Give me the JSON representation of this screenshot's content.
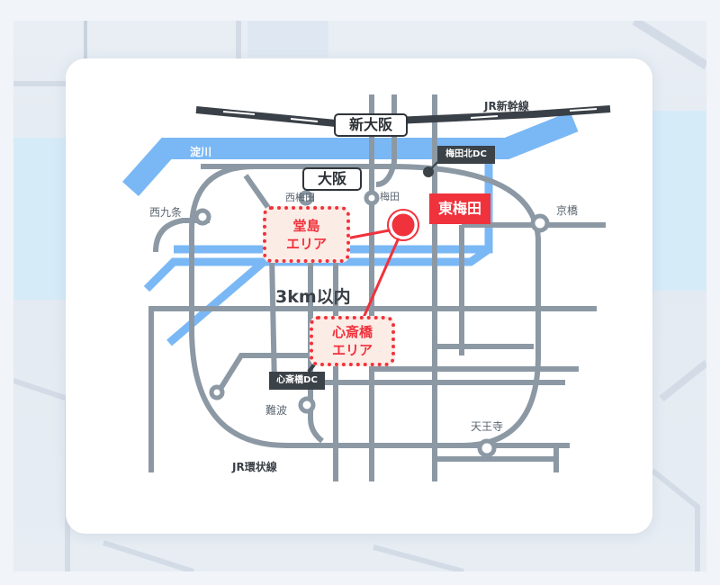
{
  "map": {
    "railway_shinkansen": "JR新幹線",
    "railway_loop": "JR環状線",
    "river": "淀川",
    "radius_label": "3km以内",
    "major_stations": [
      {
        "id": "shin-osaka",
        "label": "新大阪"
      },
      {
        "id": "osaka",
        "label": "大阪"
      }
    ],
    "stations": [
      {
        "id": "nishi-umeda",
        "label": "西梅田"
      },
      {
        "id": "umeda",
        "label": "梅田"
      },
      {
        "id": "nishikujo",
        "label": "西九条"
      },
      {
        "id": "kyobashi",
        "label": "京橋"
      },
      {
        "id": "namba",
        "label": "難波"
      },
      {
        "id": "tennoji",
        "label": "天王寺"
      }
    ],
    "hub": {
      "label": "東梅田"
    },
    "areas": [
      {
        "id": "dojima",
        "line1": "堂島",
        "line2": "エリア"
      },
      {
        "id": "shinsaibashi",
        "line1": "心斎橋",
        "line2": "エリア"
      }
    ],
    "distribution_centers": [
      {
        "id": "umeda-kita-dc",
        "label": "梅田北DC"
      },
      {
        "id": "shinsaibashi-dc",
        "label": "心斎橋DC"
      }
    ],
    "colors": {
      "accent_red": "#f0323c",
      "area_fill": "#fcece6",
      "rail_gray": "#8c99a4",
      "river_blue": "#7ab8f5",
      "shinkansen": "#3a4047",
      "dc_box": "#3b4248"
    }
  }
}
